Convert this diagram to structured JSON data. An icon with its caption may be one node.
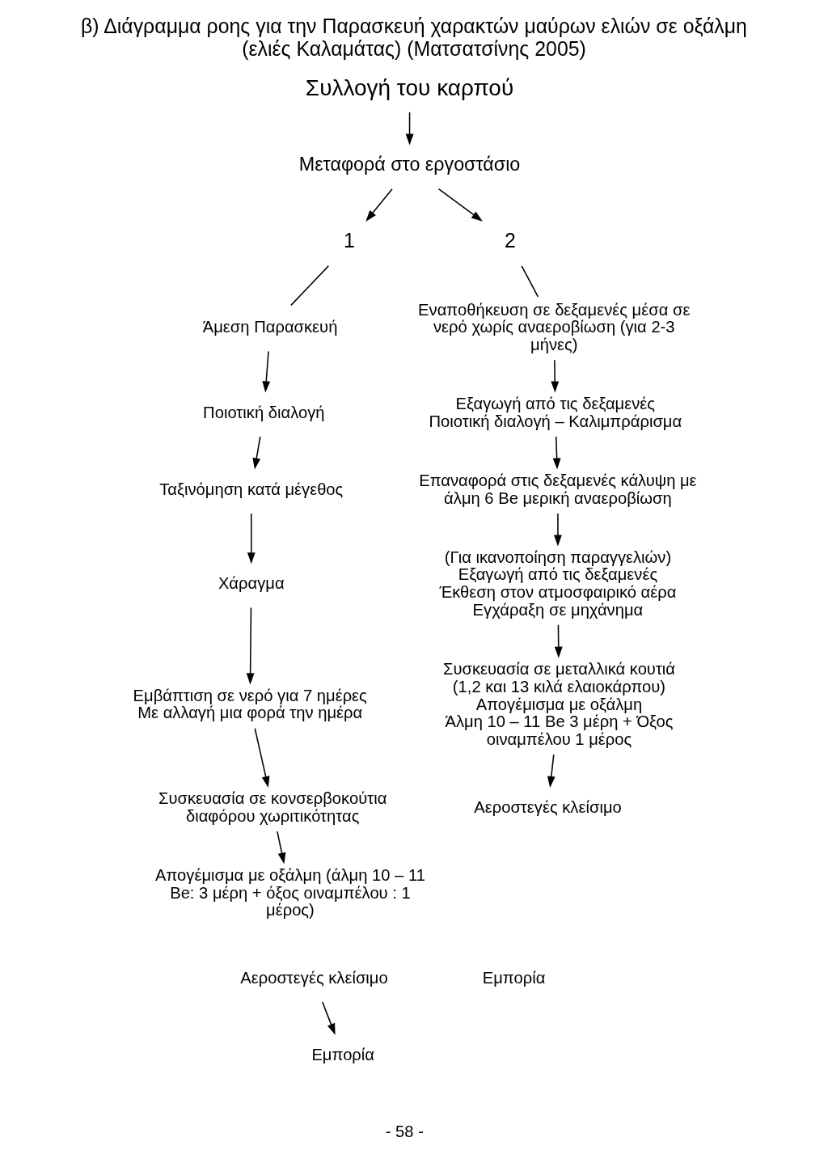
{
  "diagram": {
    "title": "β) Διάγραμμα ροης για την Παρασκευή χαρακτών μαύρων ελιών σε οξάλμη (ελιές Καλαμάτας) (Ματσατσίνης 2005)",
    "nodes": [
      {
        "text": [
          "Συλλογή του καρπού"
        ]
      },
      {
        "text": [
          "Μεταφορά στο εργοστάσιο"
        ]
      },
      {
        "text": [
          "1"
        ]
      },
      {
        "text": [
          "2"
        ]
      },
      {
        "text": [
          "Άμεση Παρασκευή"
        ]
      },
      {
        "text": [
          "Ποιοτική διαλογή"
        ]
      },
      {
        "text": [
          "Ταξινόμηση κατά μέγεθος"
        ]
      },
      {
        "text": [
          "Χάραγμα"
        ]
      },
      {
        "text": [
          "Εμβάπτιση σε νερό για 7 ημέρες",
          "Με αλλαγή μια φορά την ημέρα"
        ]
      },
      {
        "text": [
          "Συσκευασία σε κονσερβοκούτια διαφόρου χωριτικότητας"
        ]
      },
      {
        "text": [
          "Απογέμισμα με οξάλμη (άλμη 10 – 11 Be: 3 μέρη + όξος οιναμπέλου : 1 μέρος)"
        ]
      },
      {
        "text": [
          "Αεροστεγές κλείσιμο"
        ]
      },
      {
        "text": [
          "Εμπορία"
        ]
      },
      {
        "text": [
          "Εναποθήκευση σε δεξαμενές μέσα σε νερό χωρίς αναεροβίωση (για 2-3 μήνες)"
        ]
      },
      {
        "text": [
          "Εξαγωγή από τις δεξαμενές",
          "Ποιοτική διαλογή – Καλιμπράρισμα"
        ]
      },
      {
        "text": [
          "Επαναφορά στις δεξαμενές κάλυψη με άλμη 6 Be μερική αναεροβίωση"
        ]
      },
      {
        "text": [
          "(Για ικανοποίηση παραγγελιών)",
          "Εξαγωγή από τις δεξαμενές",
          "Έκθεση στον ατμοσφαιρικό αέρα",
          "Εγχάραξη σε μηχάνημα"
        ]
      },
      {
        "text": [
          "Συσκευασία σε μεταλλικά κουτιά (1,2 και 13 κιλά ελαιοκάρπου)",
          "Απογέμισμα με οξάλμη",
          "Άλμη 10 – 11 Be 3 μέρη + Όξος οιναμπέλου 1 μέρος"
        ]
      },
      {
        "text": [
          "Αεροστεγές κλείσιμο"
        ]
      },
      {
        "text": [
          "Εμπορία"
        ]
      }
    ],
    "edges": [
      {
        "from": 0,
        "to": 1,
        "arrow": "to"
      },
      {
        "from": 1,
        "to": 2,
        "arrow": "to"
      },
      {
        "from": 1,
        "to": 3,
        "arrow": "to"
      },
      {
        "from": 2,
        "to": 4,
        "arrow": "none"
      },
      {
        "from": 3,
        "to": 13,
        "arrow": "none"
      },
      {
        "from": 4,
        "to": 5,
        "arrow": "to"
      },
      {
        "from": 5,
        "to": 6,
        "arrow": "to"
      },
      {
        "from": 6,
        "to": 7,
        "arrow": "to"
      },
      {
        "from": 7,
        "to": 8,
        "arrow": "to"
      },
      {
        "from": 8,
        "to": 9,
        "arrow": "to"
      },
      {
        "from": 9,
        "to": 10,
        "arrow": "to"
      },
      {
        "from": 11,
        "to": 12,
        "arrow": "to"
      },
      {
        "from": 13,
        "to": 14,
        "arrow": "to"
      },
      {
        "from": 14,
        "to": 15,
        "arrow": "to"
      },
      {
        "from": 15,
        "to": 16,
        "arrow": "to"
      },
      {
        "from": 16,
        "to": 17,
        "arrow": "to"
      },
      {
        "from": 17,
        "to": 18,
        "arrow": "to"
      }
    ],
    "labels": [
      "- 58 -"
    ]
  }
}
